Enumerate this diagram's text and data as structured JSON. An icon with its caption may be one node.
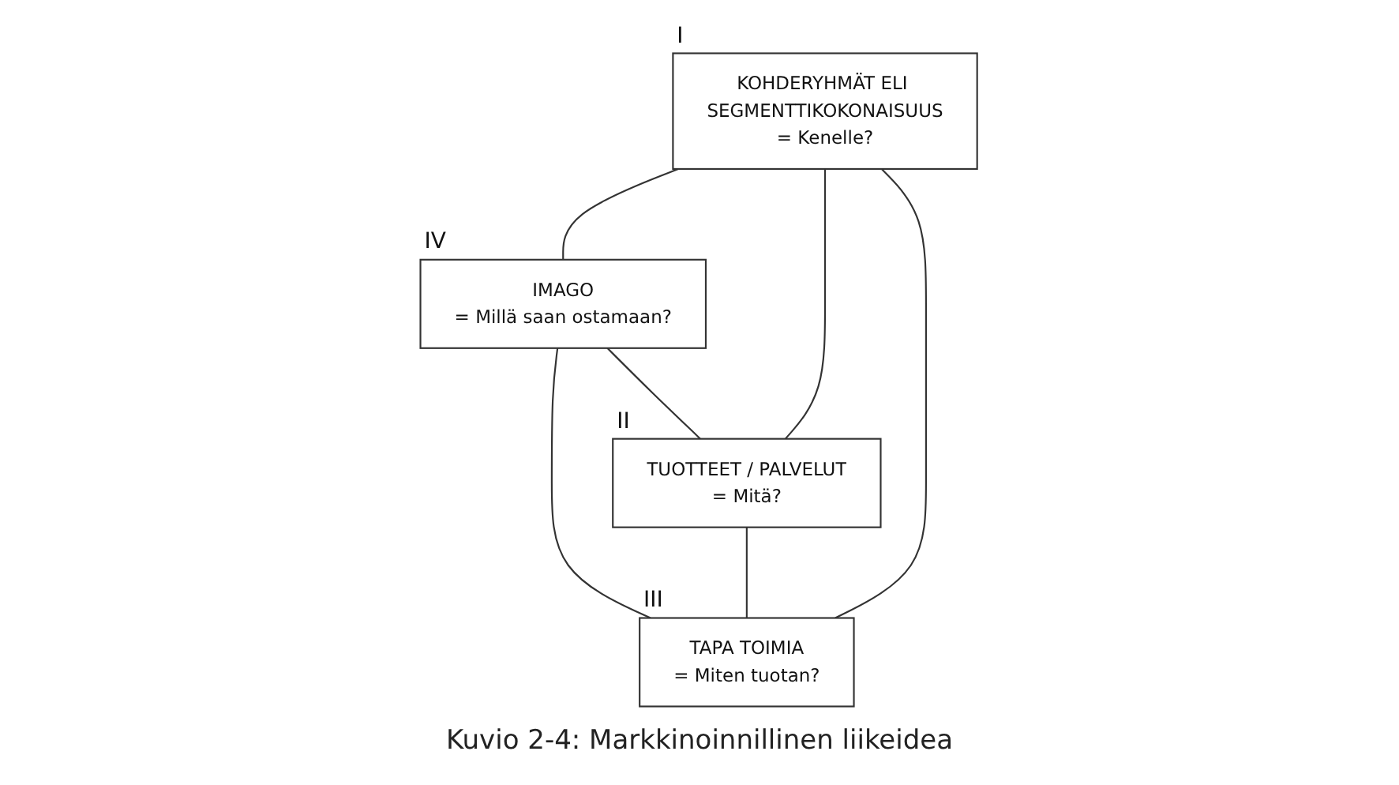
{
  "diagram": {
    "caption": "Kuvio 2-4: Markkinoinnillinen liikeidea",
    "nodes": [
      {
        "text": [
          "KOHDERYHMÄT ELI SEGMENTTIKOKONAISUUS",
          "= Kenelle?"
        ],
        "beside": [
          "I"
        ]
      },
      {
        "text": [
          "IMAGO",
          "= Millä saan ostamaan?"
        ],
        "beside": [
          "IV"
        ]
      },
      {
        "text": [
          "TUOTTEET / PALVELUT",
          "= Mitä?"
        ],
        "beside": [
          "II"
        ]
      },
      {
        "text": [
          "TAPA TOIMIA",
          "= Miten tuotan?"
        ],
        "beside": [
          "III"
        ]
      }
    ],
    "edges": [
      {
        "from": 0,
        "to": 1,
        "arrow": "none"
      },
      {
        "from": 0,
        "to": 2,
        "arrow": "none"
      },
      {
        "from": 1,
        "to": 3,
        "arrow": "none"
      },
      {
        "from": 0,
        "to": 3,
        "arrow": "none"
      },
      {
        "from": 1,
        "to": 2,
        "arrow": "none"
      },
      {
        "from": 2,
        "to": 3,
        "arrow": "none"
      }
    ]
  }
}
